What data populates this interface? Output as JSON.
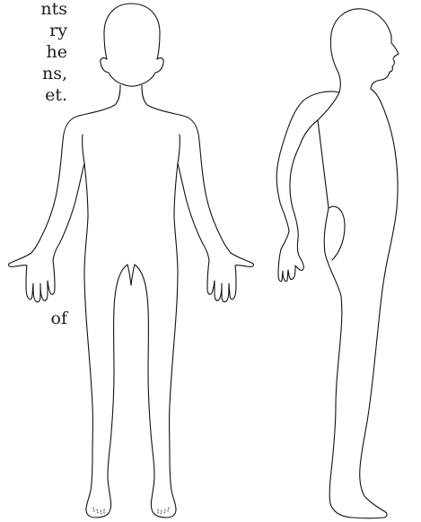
{
  "text_fragments": [
    "nts",
    "ry",
    "he",
    "ns,",
    "et.",
    "of"
  ],
  "figures": {
    "front": {
      "name": "front-body-outline"
    },
    "side": {
      "name": "side-body-outline"
    }
  },
  "colors": {
    "background": "#ffffff",
    "outline": "#111111",
    "text": "#1d1d1d"
  }
}
